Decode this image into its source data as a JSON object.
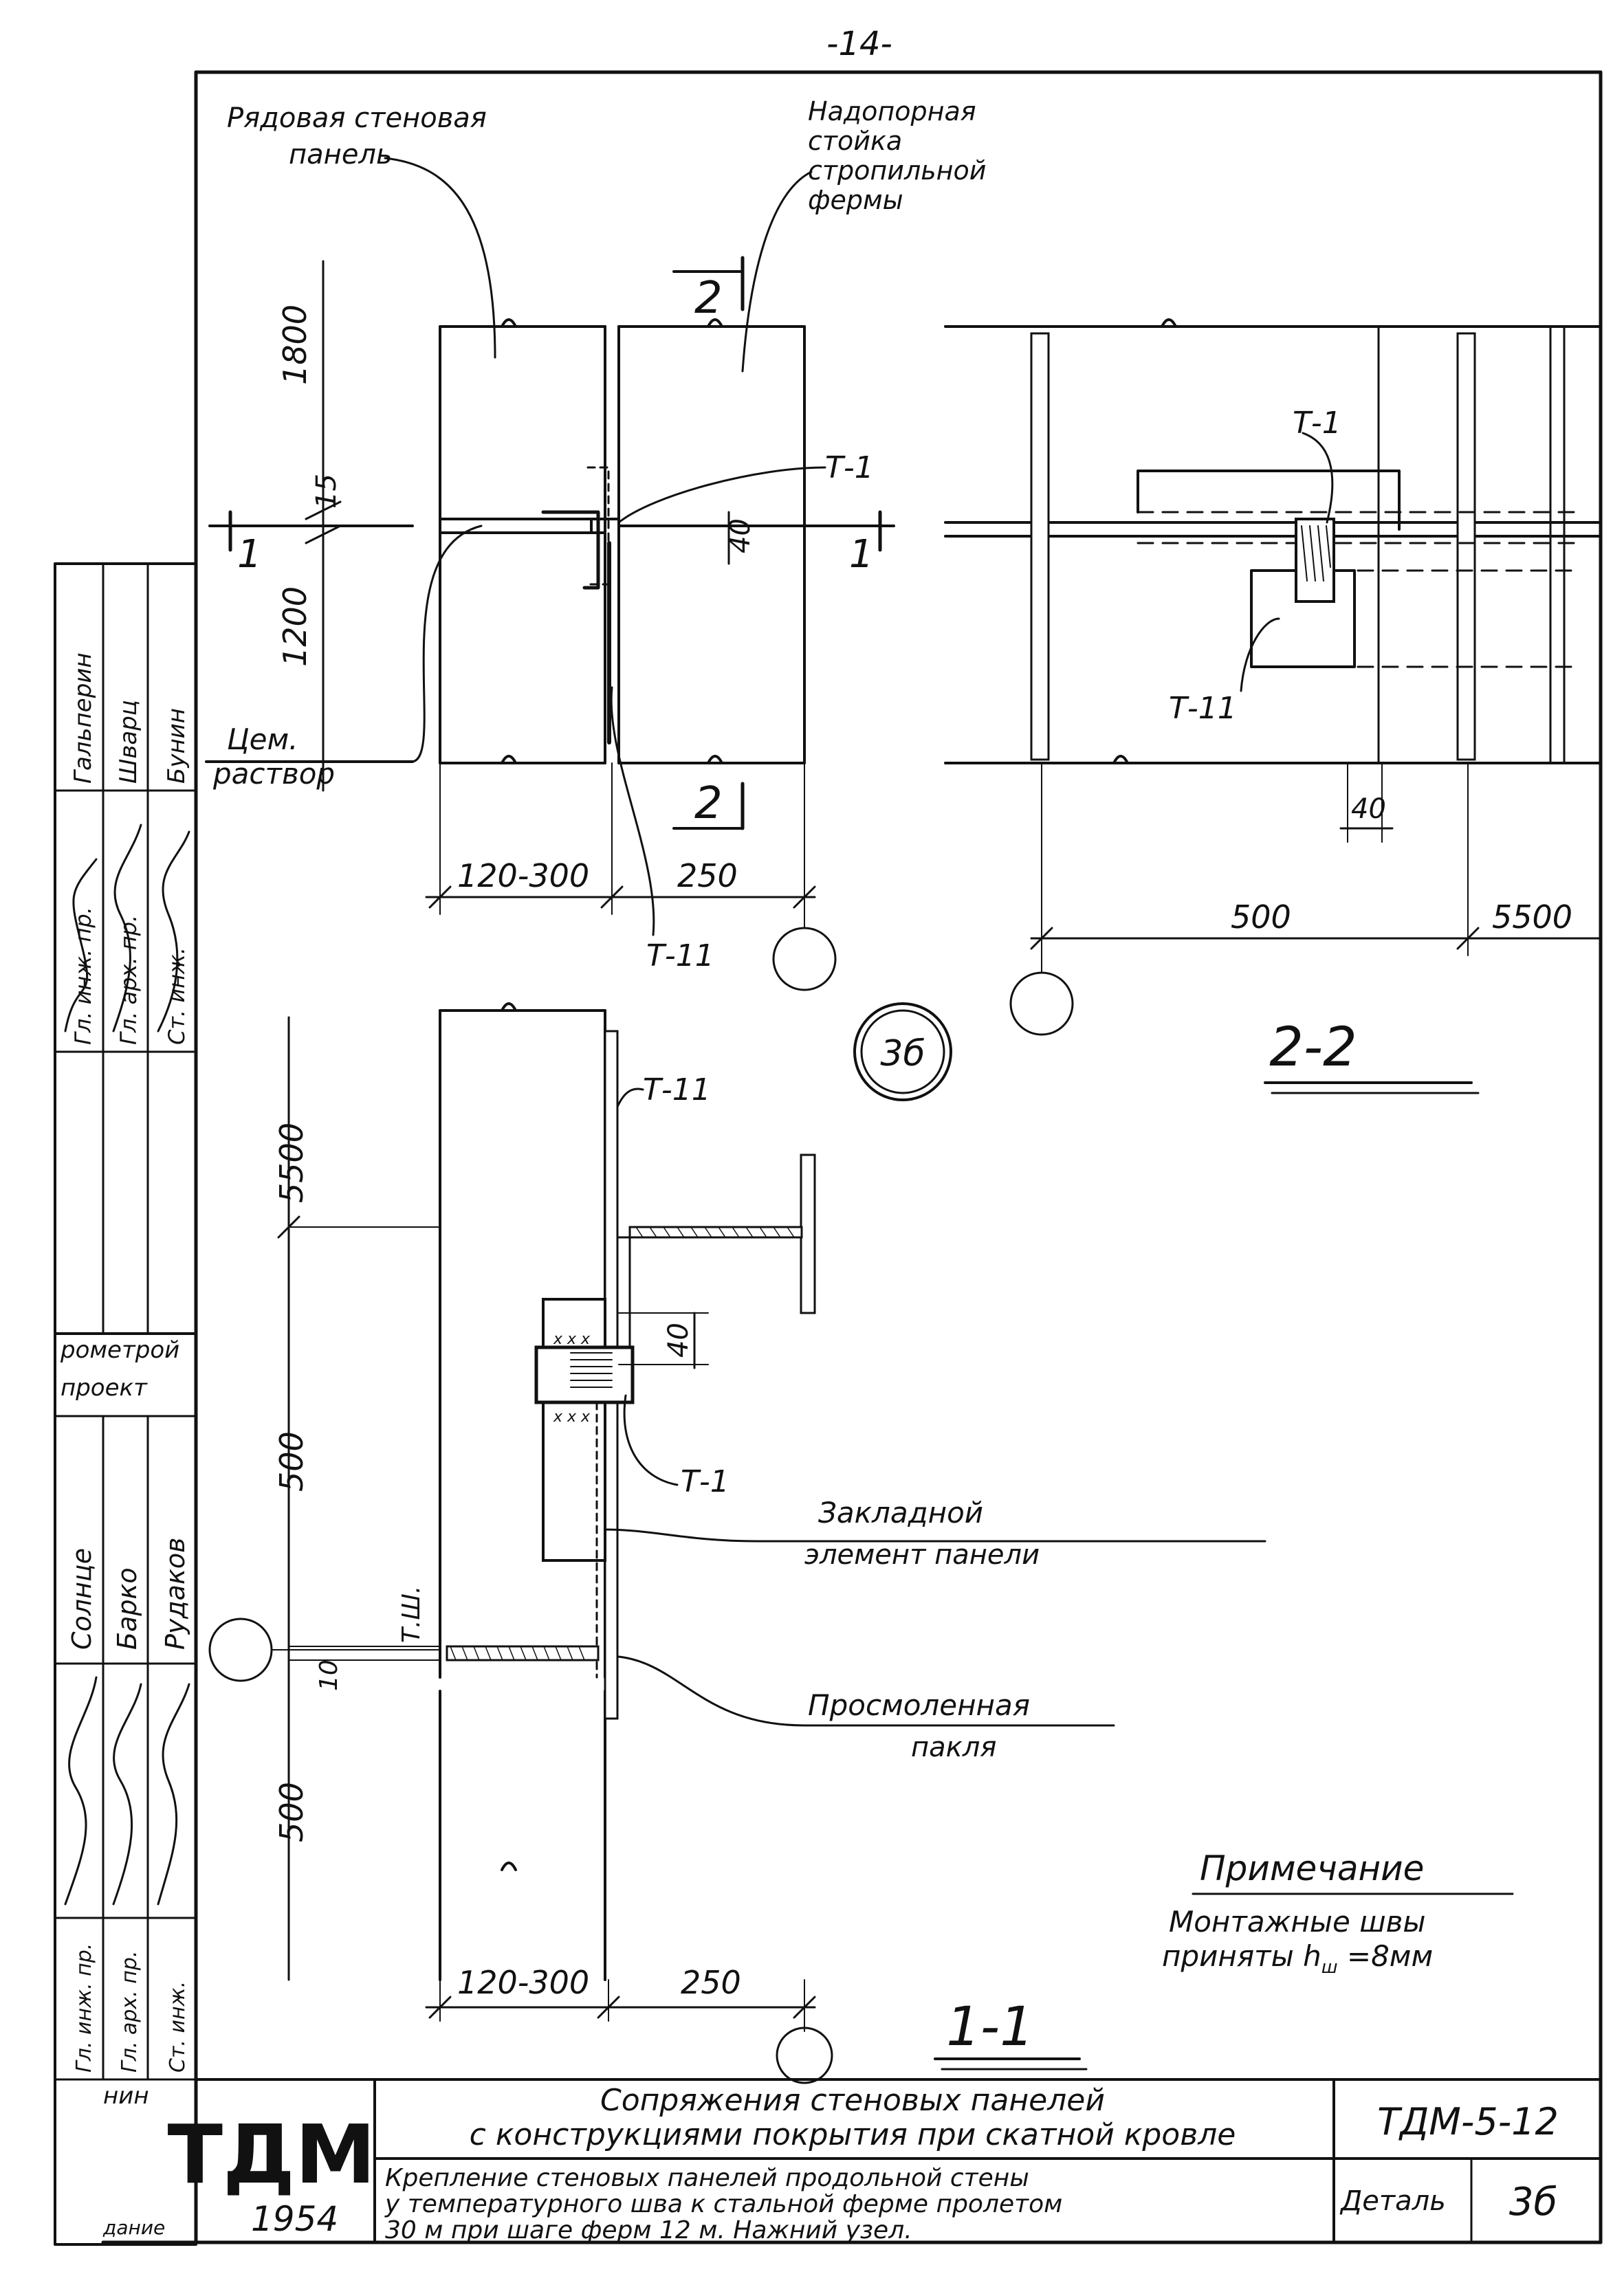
{
  "page_number": "-14-",
  "labels": {
    "panel_row": [
      "Рядовая стеновая",
      "панель"
    ],
    "truss_post": [
      "Надопорная",
      "стойка",
      "стропильной",
      "фермы"
    ],
    "cement_mortar": [
      "Цем.",
      "раствор"
    ],
    "embedded_element": [
      "Закладной",
      "элемент панели"
    ],
    "tarred_tow": [
      "Просмоленная",
      "пакля"
    ],
    "t1": "Т-1",
    "t2": "Т-1",
    "t3": "Т-1",
    "t11a": "Т-11",
    "t11b": "Т-11",
    "t11c": "Т-11",
    "tsh": "Т.Ш."
  },
  "sections": {
    "mark_2_top": "2",
    "mark_2_bottom": "2",
    "mark_1_left": "1",
    "mark_1_right": "1",
    "section_2_2": "2-2",
    "section_1_1": "1-1",
    "detail_circle": "3б"
  },
  "dimensions": {
    "d1800": "1800",
    "d1200": "1200",
    "d15": "15",
    "d40a": "40",
    "d40b": "40",
    "d40c": "40",
    "d120_300a": "120-300",
    "d250a": "250",
    "d500a": "500",
    "d5500a": "5500",
    "d5500b": "5500",
    "d500b": "500",
    "d500c": "500",
    "d10": "10",
    "d120_300b": "120-300",
    "d250b": "250"
  },
  "note": {
    "title": "Примечание",
    "line1": "Монтажные швы",
    "line2": "приняты h",
    "line2_sub": "ш",
    "line2_end": " =8мм"
  },
  "stamp": {
    "org1": "рометрой",
    "org2": "проект",
    "positions_top": [
      "Гл. инж. пр.",
      "Гл. арх. пр.",
      "Ст. инж."
    ],
    "names_top": [
      "Гальперин",
      "Шварц",
      "Бунин"
    ],
    "positions_bottom": [
      "Гл. инж. пр.",
      "Гл. арх. пр.",
      "Ст. инж."
    ],
    "names_bottom": [
      "Солнце",
      "Барко",
      "Рудаков"
    ],
    "misc1": "нин",
    "misc2": "дание"
  },
  "title_block": {
    "logo": "ТДМ",
    "year": "1954",
    "title_line1": "Сопряжения стеновых панелей",
    "title_line2": "с конструкциями покрытия при скатной кровле",
    "sub_line1": "Крепление стеновых панелей   продольной стены",
    "sub_line2": "у температурного шва к стальной ферме пролетом",
    "sub_line3": "30 м при шаге ферм 12 м. Нажний узел.",
    "code": "ТДМ-5-12",
    "detail_label": "Деталь",
    "detail_no": "3б"
  }
}
